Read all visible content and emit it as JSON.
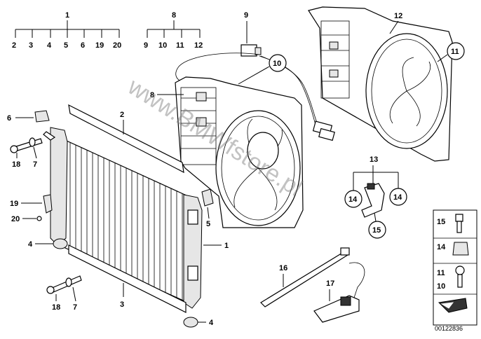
{
  "watermark": "www.BMWfstore.pl",
  "diagram_code": "00122836",
  "group_labels": {
    "g1_head": "1",
    "g1_items": [
      "2",
      "3",
      "4",
      "5",
      "6",
      "19",
      "20"
    ],
    "g8_head": "8",
    "g8_items": [
      "9",
      "10",
      "11",
      "12"
    ],
    "g13_head": "13"
  },
  "callouts": {
    "c9": "9",
    "c10": "10",
    "c8": "8",
    "c12": "12",
    "c11": "11",
    "c2": "2",
    "c6": "6",
    "c18a": "18",
    "c7a": "7",
    "c19": "19",
    "c20": "20",
    "c4a": "4",
    "c5": "5",
    "c1": "1",
    "c18b": "18",
    "c7b": "7",
    "c3": "3",
    "c4b": "4",
    "c14a": "14",
    "c14b": "14",
    "c15": "15",
    "c16": "16",
    "c17": "17"
  },
  "side_panel": {
    "s15": "15",
    "s14": "14",
    "s11": "11",
    "s10": "10"
  }
}
